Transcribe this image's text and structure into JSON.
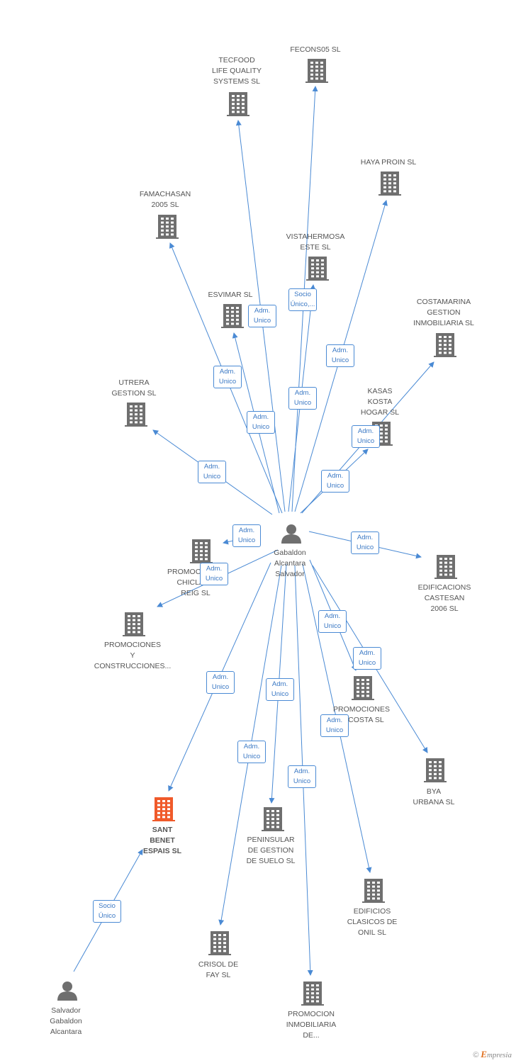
{
  "colors": {
    "edge": "#4a8ad4",
    "building": "#6f6f6f",
    "focus_building": "#f05a2a",
    "person": "#6f6f6f"
  },
  "nodes": [
    {
      "id": "center",
      "kind": "person",
      "label": "Gabaldon\nAlcantara\nSalvador"
    },
    {
      "id": "fecons",
      "kind": "building",
      "label": "FECONS05 SL"
    },
    {
      "id": "tecfood",
      "kind": "building",
      "label": "TECFOOD\nLIFE QUALITY\nSYSTEMS SL"
    },
    {
      "id": "haya",
      "kind": "building",
      "label": "HAYA PROIN SL"
    },
    {
      "id": "famachasan",
      "kind": "building",
      "label": "FAMACHASAN\n2005 SL"
    },
    {
      "id": "vista",
      "kind": "building",
      "label": "VISTAHERMOSA\nESTE SL"
    },
    {
      "id": "esvimar",
      "kind": "building",
      "label": "ESVIMAR SL"
    },
    {
      "id": "costamarina",
      "kind": "building",
      "label": "COSTAMARINA\nGESTION\nINMOBILIARIA SL"
    },
    {
      "id": "kasas",
      "kind": "building",
      "label": "KASAS\nKOSTA\nHOGAR SL"
    },
    {
      "id": "utrera",
      "kind": "building",
      "label": "UTRERA\nGESTION SL"
    },
    {
      "id": "chiclana",
      "kind": "building",
      "label": "PROMOCIONES\nCHICLANA\nREIG SL"
    },
    {
      "id": "edificacions",
      "kind": "building",
      "label": "EDIFICACIONS\nCASTESAN\n2006 SL"
    },
    {
      "id": "promoconst",
      "kind": "building",
      "label": "PROMOCIONES\nY\nCONSTRUCCIONES..."
    },
    {
      "id": "promolacosta",
      "kind": "building",
      "label": "PROMOCIONES\nLACOSTA SL"
    },
    {
      "id": "bya",
      "kind": "building",
      "label": "BYA\nURBANA SL"
    },
    {
      "id": "santbenet",
      "kind": "focus",
      "label": "SANT\nBENET\nESPAIS SL"
    },
    {
      "id": "peninsular",
      "kind": "building",
      "label": "PENINSULAR\nDE GESTION\nDE SUELO SL"
    },
    {
      "id": "edificios",
      "kind": "building",
      "label": "EDIFICIOS\nCLASICOS DE\nONIL SL"
    },
    {
      "id": "crisol",
      "kind": "building",
      "label": "CRISOL DE\nFAY SL"
    },
    {
      "id": "promocion",
      "kind": "building",
      "label": "PROMOCION\nINMOBILIARIA\nDE..."
    },
    {
      "id": "salvador",
      "kind": "person",
      "label": "Salvador\nGabaldon\nAlcantara"
    }
  ],
  "edges": [
    {
      "from": "center",
      "to": "fecons",
      "label": "Socio\nÚnico,..."
    },
    {
      "from": "center",
      "to": "tecfood",
      "label": "Adm.\nUnico"
    },
    {
      "from": "center",
      "to": "haya",
      "label": "Adm.\nUnico"
    },
    {
      "from": "center",
      "to": "famachasan",
      "label": "Adm.\nUnico"
    },
    {
      "from": "center",
      "to": "vista",
      "label": "Adm.\nUnico"
    },
    {
      "from": "center",
      "to": "esvimar",
      "label": "Adm.\nUnico"
    },
    {
      "from": "center",
      "to": "costamarina",
      "label": "Adm.\nUnico"
    },
    {
      "from": "center",
      "to": "kasas",
      "label": "Adm.\nUnico"
    },
    {
      "from": "center",
      "to": "utrera",
      "label": "Adm.\nUnico"
    },
    {
      "from": "center",
      "to": "chiclana",
      "label": "Adm.\nUnico"
    },
    {
      "from": "center",
      "to": "promoconst",
      "label": "Adm.\nUnico"
    },
    {
      "from": "center",
      "to": "edificacions",
      "label": "Adm.\nUnico"
    },
    {
      "from": "center",
      "to": "promolacosta",
      "label": "Adm.\nUnico"
    },
    {
      "from": "center",
      "to": "bya",
      "label": "Adm.\nUnico"
    },
    {
      "from": "center",
      "to": "santbenet",
      "label": "Adm.\nUnico"
    },
    {
      "from": "center",
      "to": "peninsular",
      "label": "Adm.\nUnico"
    },
    {
      "from": "center",
      "to": "edificios",
      "label": "Adm.\nUnico"
    },
    {
      "from": "center",
      "to": "crisol",
      "label": "Adm.\nUnico"
    },
    {
      "from": "center",
      "to": "promocion",
      "label": "Adm.\nUnico"
    },
    {
      "from": "salvador",
      "to": "santbenet",
      "label": "Socio\nÚnico"
    }
  ],
  "footer": {
    "copyright": "©",
    "brand_initial": "E",
    "brand_rest": "mpresia"
  }
}
